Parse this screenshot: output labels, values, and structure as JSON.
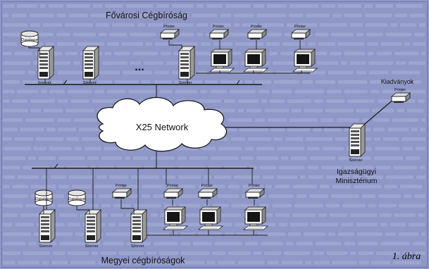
{
  "labels": {
    "top_group": "Fővárosi Cégbíróság",
    "bottom_group": "Megyei cégbíróságok",
    "network": "X25 Network",
    "ministry_line1": "Igazságügyi",
    "ministry_line2": "Minisztérium",
    "publications": "Kiadványok",
    "ellipsis": "...",
    "figure_caption": "1. ábra"
  },
  "device_labels": {
    "server": "Szerver",
    "printer": "Printer",
    "database": "Database"
  },
  "colors": {
    "background": "#8e97c6",
    "background_text": "#a9b1d8",
    "panel_border": "#6f78ad",
    "line": "#1a1a1a",
    "device_fill": "#ffffff"
  }
}
